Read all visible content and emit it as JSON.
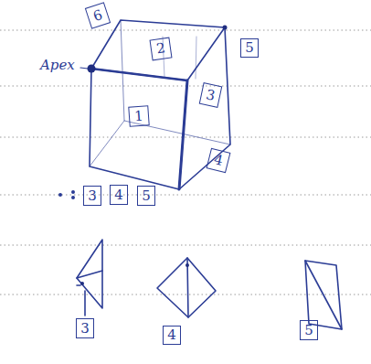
{
  "diagram": {
    "nodes": [
      {
        "text": [
          "6"
        ]
      },
      {
        "text": [
          "2"
        ]
      },
      {
        "text": [
          "5"
        ]
      },
      {
        "text": [
          "3"
        ]
      },
      {
        "text": [
          "1"
        ]
      },
      {
        "text": [
          "4"
        ]
      },
      {
        "text": [
          "3"
        ]
      },
      {
        "text": [
          "4"
        ]
      },
      {
        "text": [
          "5"
        ]
      },
      {
        "text": [
          "3"
        ]
      },
      {
        "text": [
          "4"
        ]
      },
      {
        "text": [
          "5"
        ]
      }
    ],
    "labels": [
      "Apex"
    ]
  }
}
